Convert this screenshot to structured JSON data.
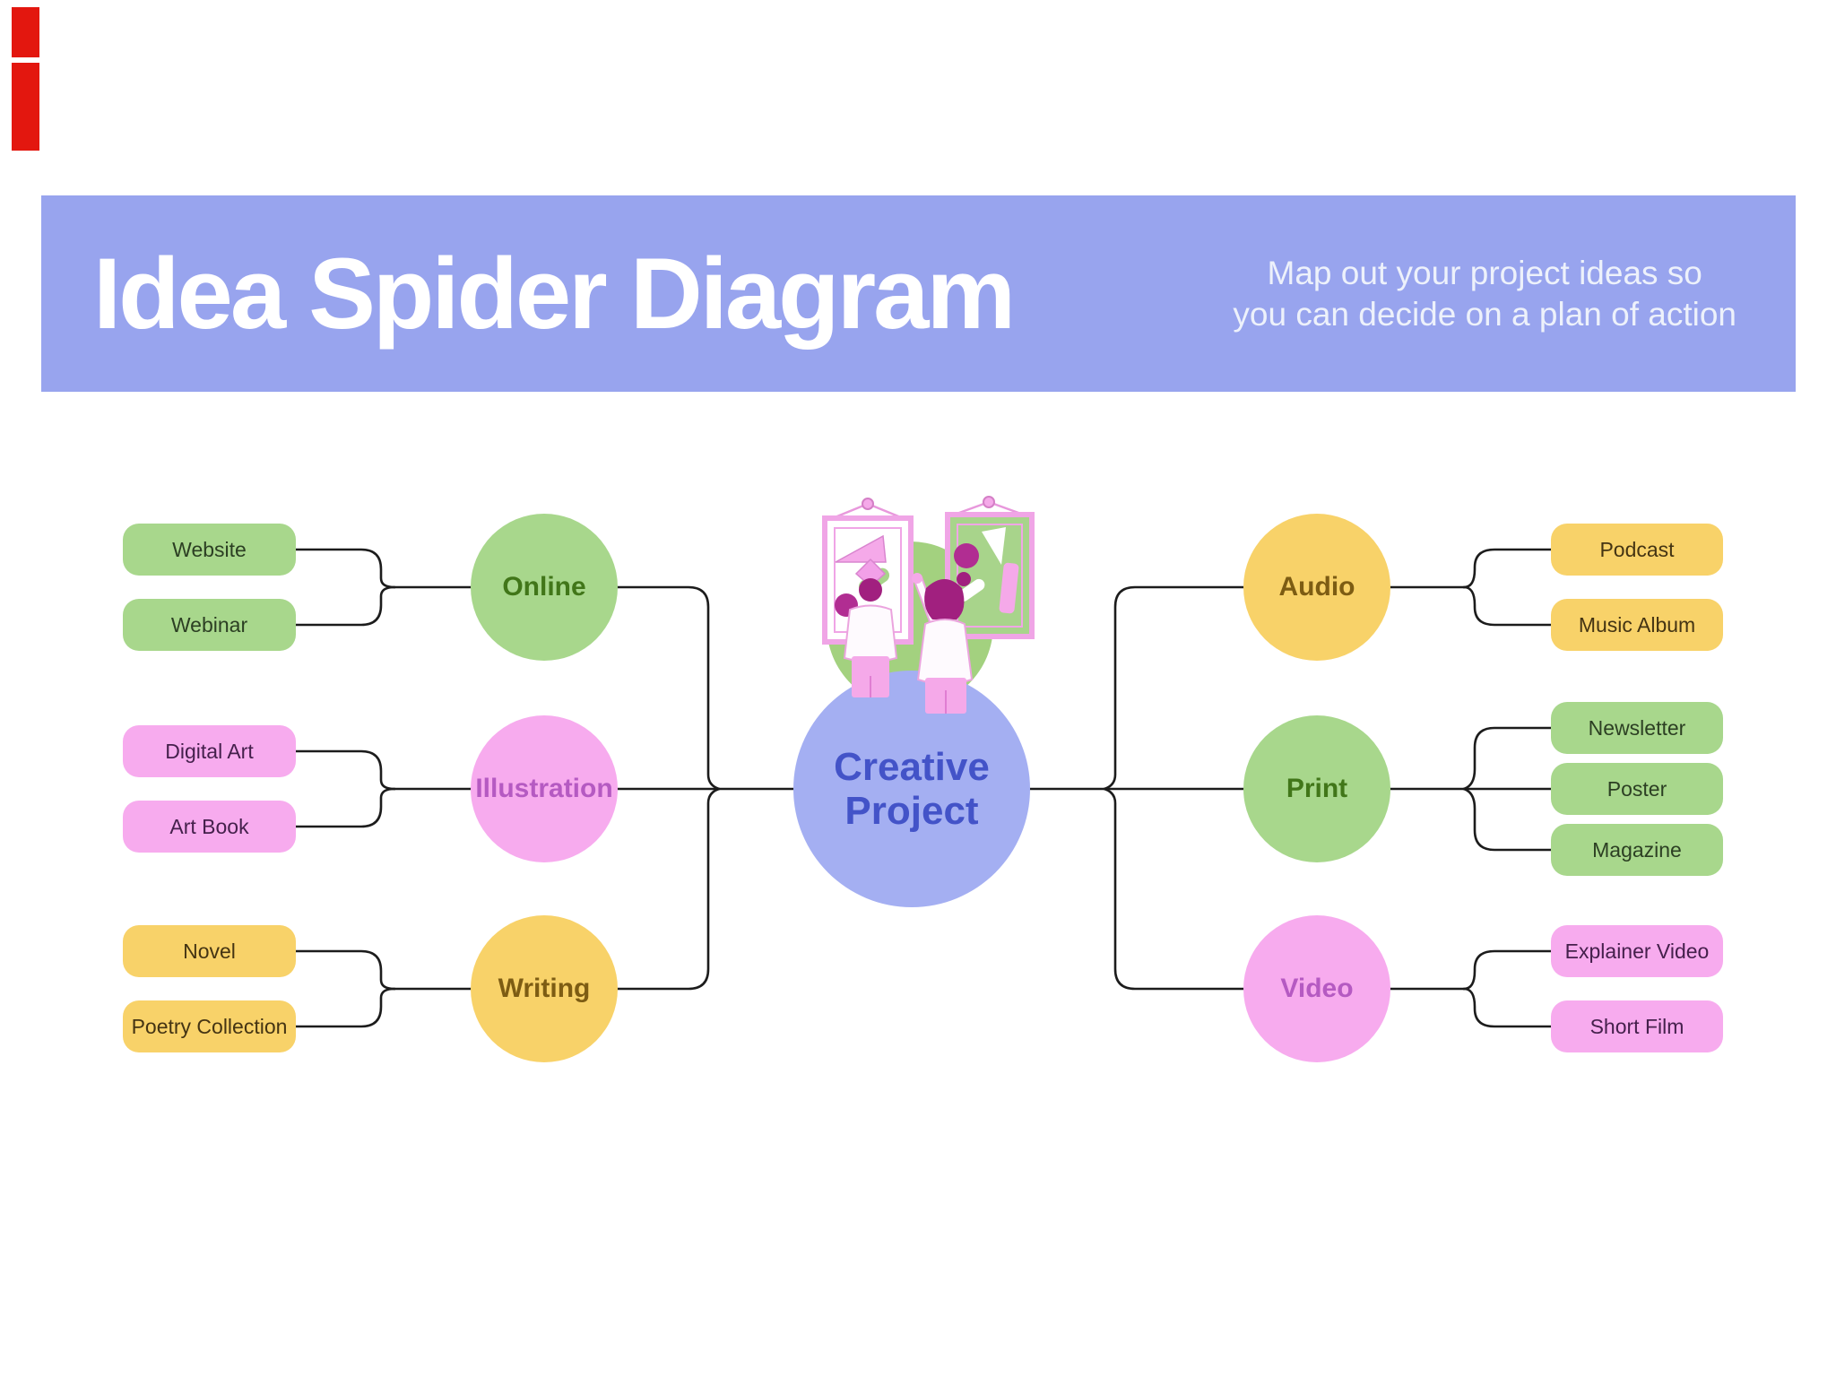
{
  "header": {
    "title": "Idea Spider Diagram",
    "subtitle_line1": "Map out your project ideas so",
    "subtitle_line2": "you can decide on a plan of action"
  },
  "center": {
    "line1": "Creative",
    "line2": "Project"
  },
  "branches": [
    {
      "label": "Online",
      "children": [
        "Website",
        "Webinar"
      ]
    },
    {
      "label": "Illustration",
      "children": [
        "Digital Art",
        "Art Book"
      ]
    },
    {
      "label": "Writing",
      "children": [
        "Novel",
        "Poetry Collection"
      ]
    },
    {
      "label": "Audio",
      "children": [
        "Podcast",
        "Music Album"
      ]
    },
    {
      "label": "Print",
      "children": [
        "Newsletter",
        "Poster",
        "Magazine"
      ]
    },
    {
      "label": "Video",
      "children": [
        "Explainer Video",
        "Short Film"
      ]
    }
  ],
  "palette": {
    "banner_blue": "#98a4ee",
    "center_circle_blue": "#a4aff2",
    "center_text_blue": "#4353c8",
    "branch_green": "#a8d78c",
    "branch_pink": "#f7abee",
    "branch_yellow": "#f8d269",
    "connector_black": "#1c1c1c",
    "artifact_red": "#e3170f"
  },
  "icons": {
    "illustration": "two-people-hanging-framed-artwork"
  }
}
